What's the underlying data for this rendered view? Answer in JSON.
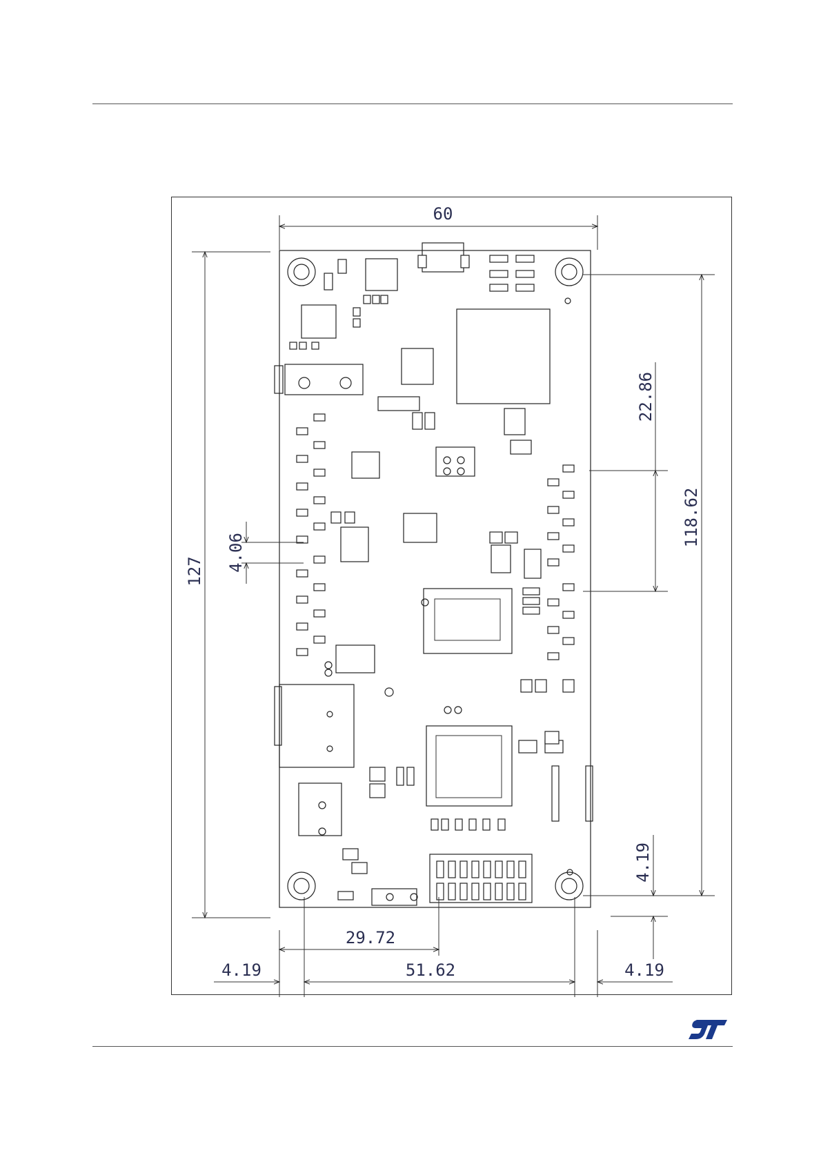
{
  "dimensions": {
    "width": "60",
    "height": "127",
    "mount_spacing_horizontal": "51.62",
    "mount_spacing_vertical": "118.62",
    "connector_pitch": "4.06",
    "connector_block_spacing": "22.86",
    "usb_offset": "29.72",
    "hole_offset_left": "4.19",
    "hole_offset_right": "4.19",
    "hole_offset_bottom": "4.19"
  },
  "colors": {
    "line": "#222222",
    "dimension_text": "#2b2f52",
    "logo": "#1a3a8c"
  },
  "logo": {
    "icon": "st-logo-icon"
  }
}
